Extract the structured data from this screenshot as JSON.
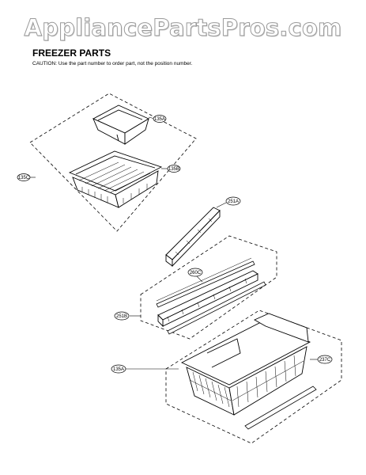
{
  "watermark": "AppliancePartsPros.com",
  "title": "FREEZER PARTS",
  "caution": "CAUTION: Use the part number to order part, not the position number.",
  "callouts": {
    "top_small_bin": "135A",
    "top_basket": "135B",
    "group_a": "135C",
    "rail": "251A",
    "rail_cover": "260C",
    "rail_frame": "251B",
    "lower_basket": "135A",
    "guide_rail": "237C"
  }
}
